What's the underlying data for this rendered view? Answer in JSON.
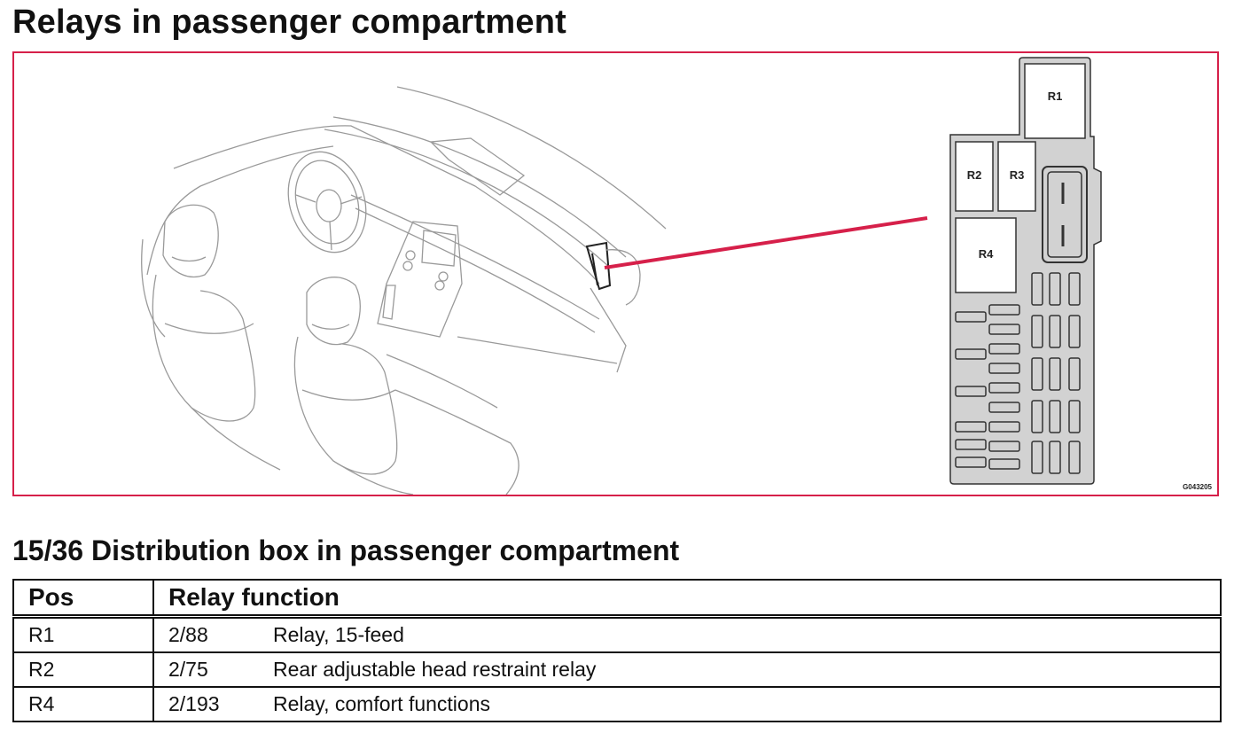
{
  "page": {
    "title": "Relays in passenger compartment",
    "subtitle": "15/36 Distribution box in passenger compartment"
  },
  "figure": {
    "code": "G043205",
    "accent_color": "#d6204a",
    "box_fill": "#d2d2d2",
    "relay_labels": [
      "R1",
      "R2",
      "R3",
      "R4"
    ]
  },
  "table": {
    "headers": [
      "Pos",
      "Relay function"
    ],
    "rows": [
      {
        "pos": "R1",
        "code": "2/88",
        "function": "Relay, 15-feed"
      },
      {
        "pos": "R2",
        "code": "2/75",
        "function": "Rear adjustable head restraint relay"
      },
      {
        "pos": "R4",
        "code": "2/193",
        "function": "Relay, comfort functions"
      }
    ]
  }
}
